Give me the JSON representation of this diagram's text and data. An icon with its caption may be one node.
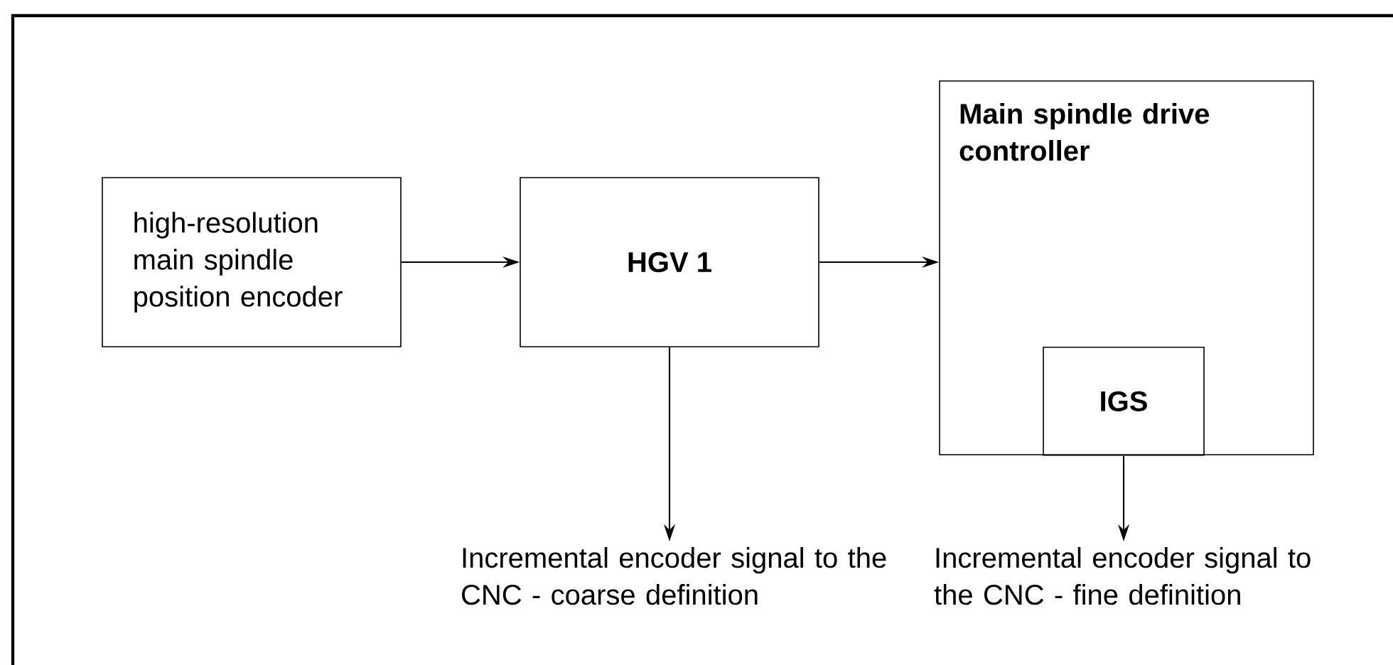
{
  "diagram": {
    "nodes": [
      {
        "text": [
          "high-resolution main spindle position encoder"
        ]
      },
      {
        "text": [
          "HGV 1"
        ]
      },
      {
        "text": [
          "Main spindle drive controller"
        ]
      },
      {
        "text": [
          "IGS"
        ],
        "in": 2
      },
      {
        "text": [
          "Incremental encoder signal to the CNC - coarse definition"
        ]
      },
      {
        "text": [
          "Incremental encoder signal to the CNC - fine definition"
        ]
      }
    ],
    "edges": [
      {
        "from": 0,
        "to": 1,
        "arrow": "to"
      },
      {
        "from": 1,
        "to": 2,
        "arrow": "to"
      },
      {
        "from": 1,
        "to": 4,
        "arrow": "to"
      },
      {
        "from": 3,
        "to": 5,
        "arrow": "to"
      }
    ]
  }
}
